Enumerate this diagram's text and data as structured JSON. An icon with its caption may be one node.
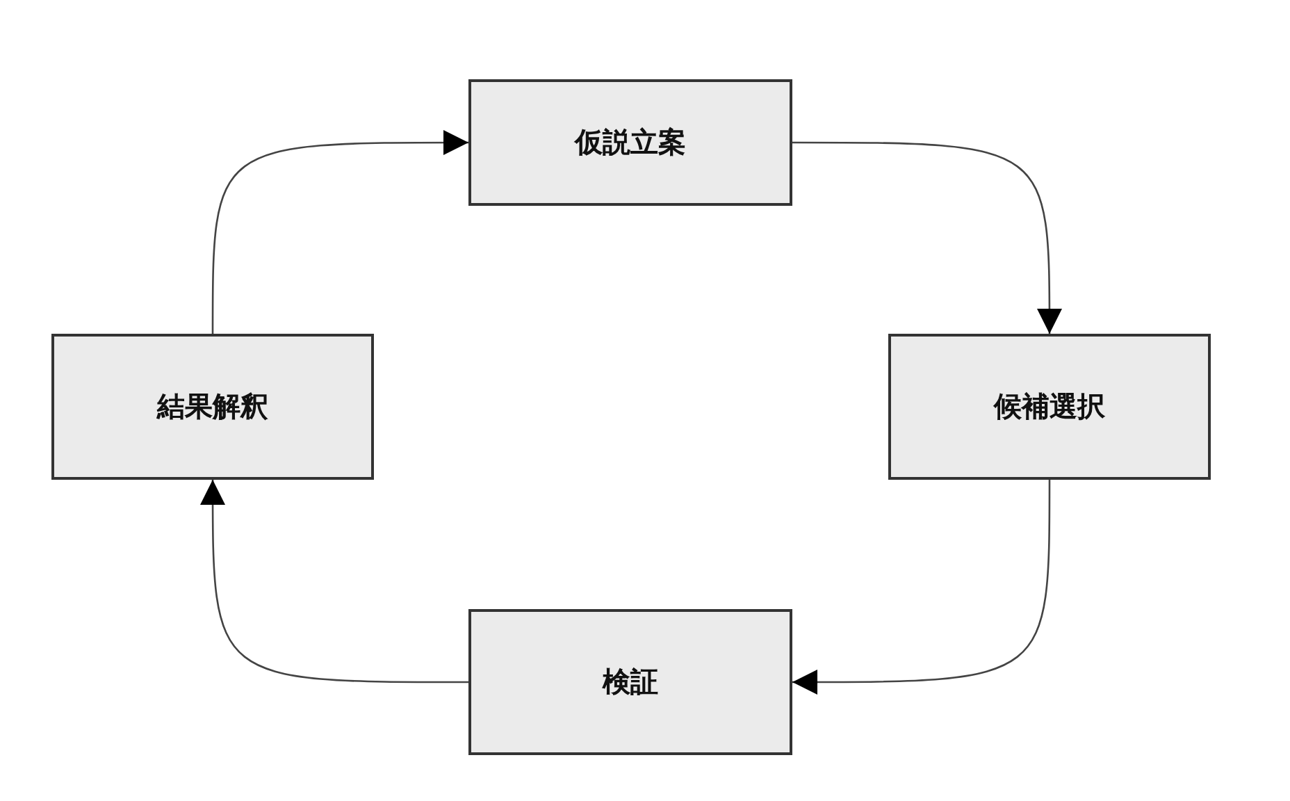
{
  "diagram": {
    "nodes": [
      {
        "text": [
          "仮説立案"
        ]
      },
      {
        "text": [
          "候補選択"
        ]
      },
      {
        "text": [
          "検証"
        ]
      },
      {
        "text": [
          "結果解釈"
        ]
      }
    ],
    "edges": [
      {
        "from": 0,
        "to": 1,
        "arrow": "to"
      },
      {
        "from": 1,
        "to": 2,
        "arrow": "to"
      },
      {
        "from": 2,
        "to": 3,
        "arrow": "to"
      },
      {
        "from": 3,
        "to": 0,
        "arrow": "to"
      }
    ]
  }
}
